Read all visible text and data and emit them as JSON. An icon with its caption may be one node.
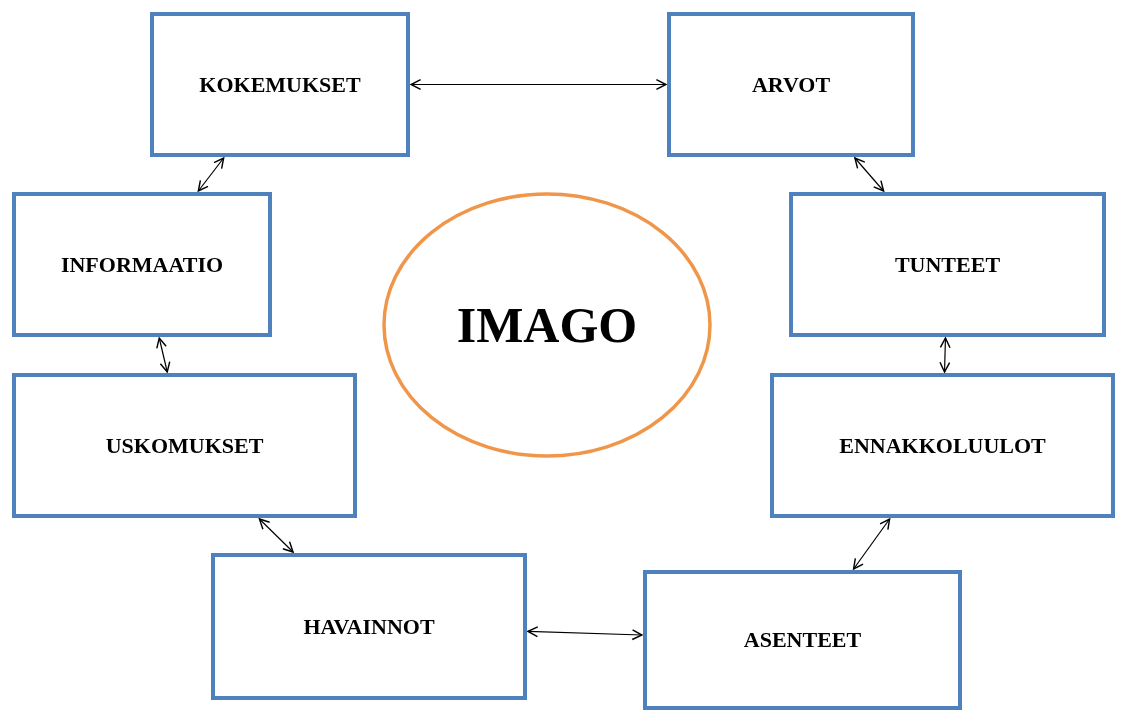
{
  "diagram": {
    "nodes": [
      {
        "text": [
          "KOKEMUKSET"
        ]
      },
      {
        "text": [
          "ARVOT"
        ]
      },
      {
        "text": [
          "INFORMAATIO"
        ]
      },
      {
        "text": [
          "IMAGO"
        ]
      },
      {
        "text": [
          "TUNTEET"
        ]
      },
      {
        "text": [
          "USKOMUKSET"
        ]
      },
      {
        "text": [
          "ENNAKKOLUULOT"
        ]
      },
      {
        "text": [
          "HAVAINNOT"
        ]
      },
      {
        "text": [
          "ASENTEET"
        ]
      }
    ],
    "edges": [
      {
        "from": 0,
        "to": 1,
        "arrow": "both"
      },
      {
        "from": 0,
        "to": 2,
        "arrow": "both"
      },
      {
        "from": 1,
        "to": 4,
        "arrow": "both"
      },
      {
        "from": 2,
        "to": 5,
        "arrow": "both"
      },
      {
        "from": 4,
        "to": 6,
        "arrow": "both"
      },
      {
        "from": 5,
        "to": 7,
        "arrow": "both"
      },
      {
        "from": 6,
        "to": 8,
        "arrow": "both"
      },
      {
        "from": 7,
        "to": 8,
        "arrow": "both"
      }
    ]
  }
}
